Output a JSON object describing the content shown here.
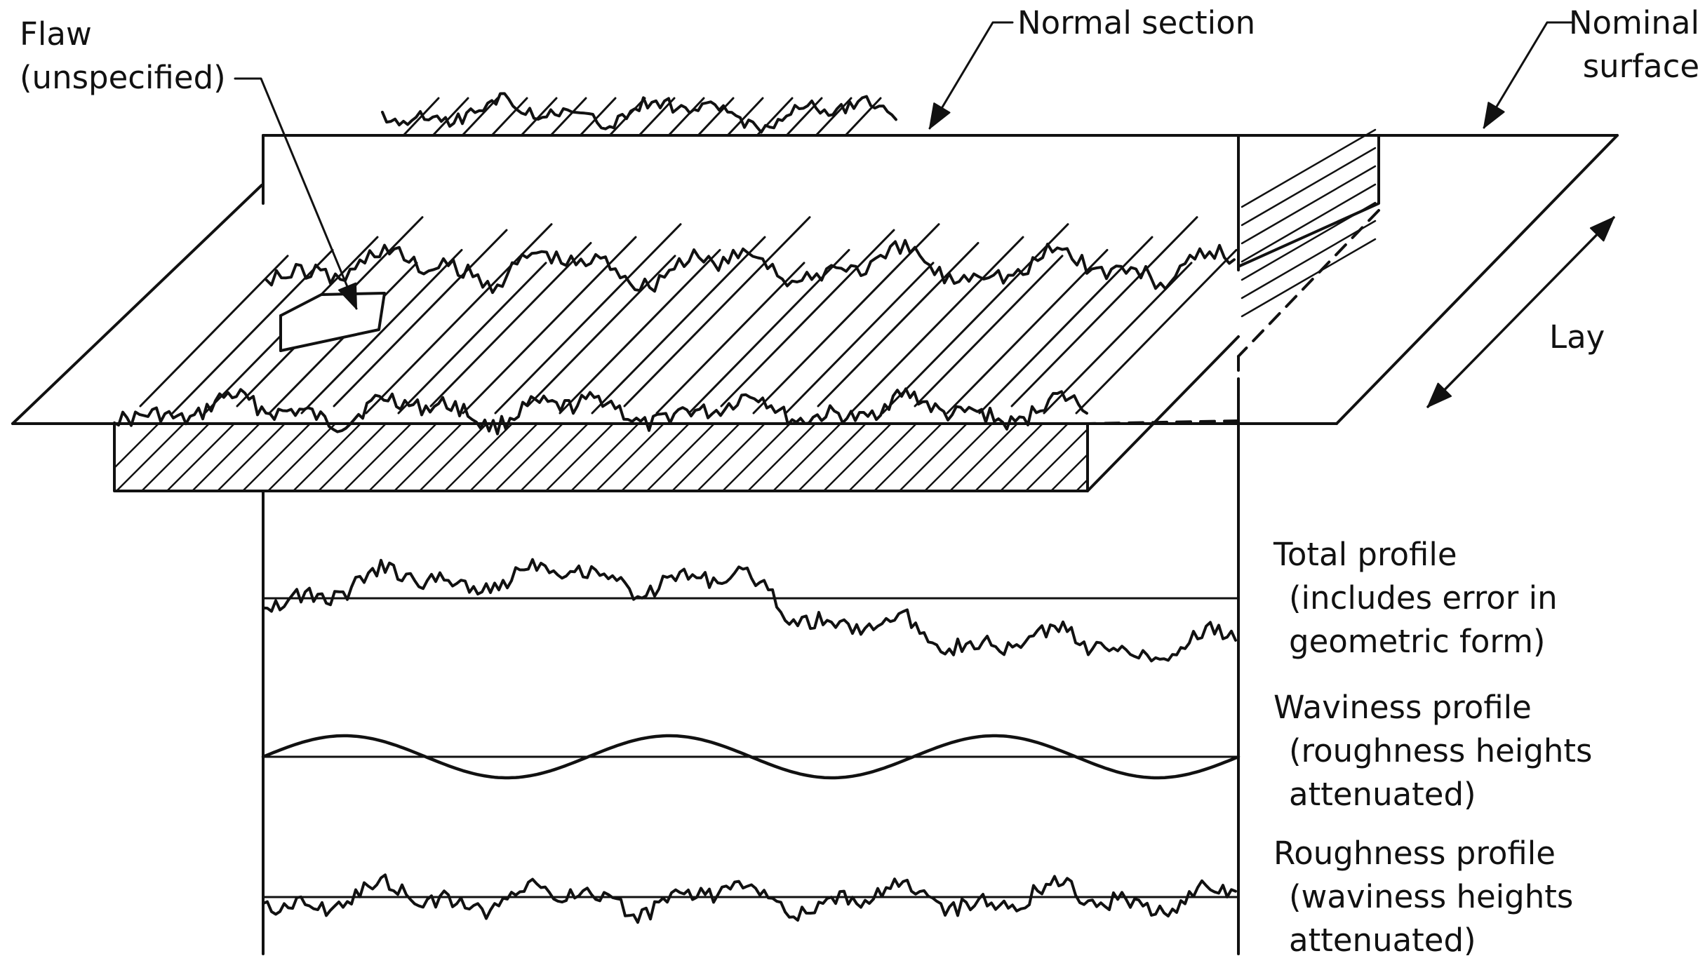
{
  "labels": {
    "flaw": {
      "line1": "Flaw",
      "line2": "(unspecified)"
    },
    "normal_section": "Normal section",
    "nominal_surface": {
      "line1": "Nominal",
      "line2": "surface"
    },
    "lay": "Lay",
    "total_profile": {
      "line1": "Total profile",
      "line2": "(includes error in",
      "line3": "geometric form)"
    },
    "waviness_profile": {
      "line1": "Waviness profile",
      "line2": "(roughness heights",
      "line3": "attenuated)"
    },
    "roughness_profile": {
      "line1": "Roughness profile",
      "line2": "(waviness heights",
      "line3": "attenuated)"
    }
  },
  "colors": {
    "ink": "#111111",
    "background": "#ffffff"
  }
}
